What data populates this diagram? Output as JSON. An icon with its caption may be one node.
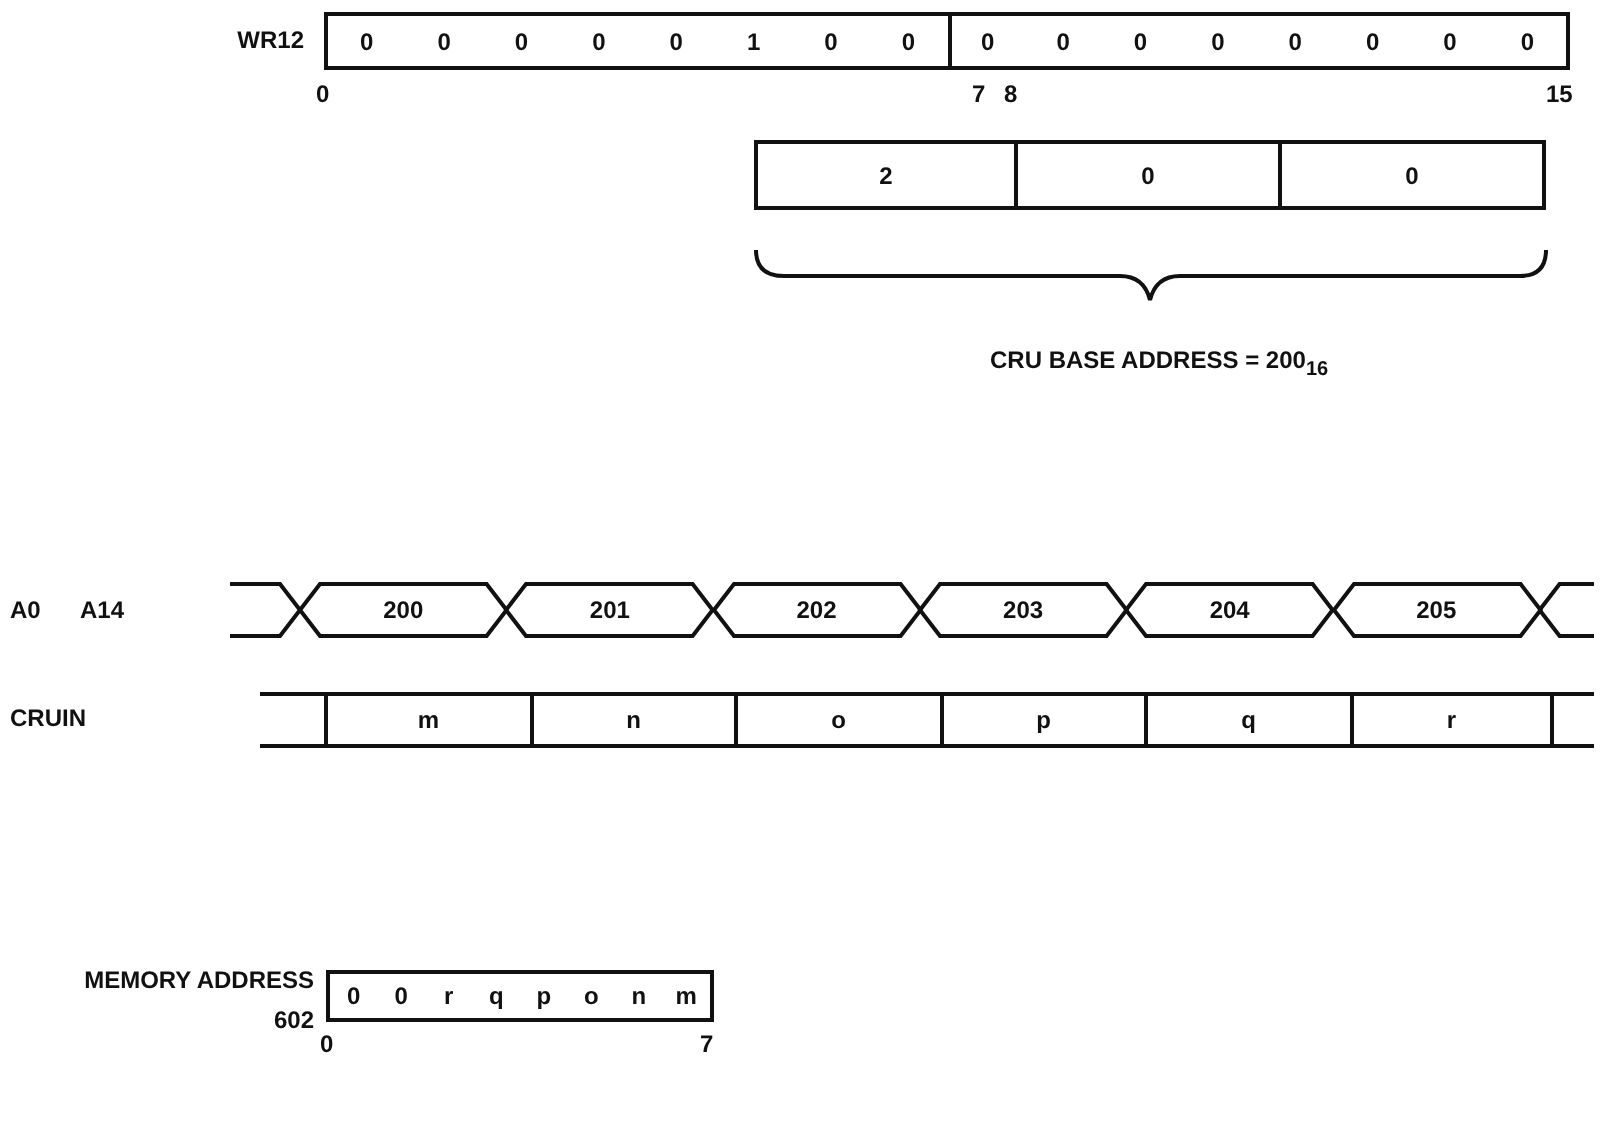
{
  "diagram": {
    "nodes": [
      {
        "text": [
          "0",
          "0",
          "0",
          "0",
          "0",
          "1",
          "0",
          "0",
          "0",
          "0",
          "0",
          "0",
          "0",
          "0",
          "0",
          "0"
        ],
        "beside": [
          "WR12"
        ]
      },
      {
        "text": [
          "2"
        ]
      },
      {
        "text": [
          "0"
        ]
      },
      {
        "text": [
          "0"
        ]
      },
      {
        "text": [
          "200"
        ]
      },
      {
        "text": [
          "201"
        ]
      },
      {
        "text": [
          "202"
        ]
      },
      {
        "text": [
          "203"
        ]
      },
      {
        "text": [
          "204"
        ]
      },
      {
        "text": [
          "205"
        ]
      },
      {
        "text": [
          "m"
        ]
      },
      {
        "text": [
          "n"
        ]
      },
      {
        "text": [
          "o"
        ]
      },
      {
        "text": [
          "p"
        ]
      },
      {
        "text": [
          "q"
        ]
      },
      {
        "text": [
          "r"
        ]
      },
      {
        "text": [
          "0",
          "0",
          "r",
          "q",
          "p",
          "o",
          "n",
          "m"
        ],
        "beside": [
          "MEMORY ADDRESS 602"
        ]
      }
    ],
    "labels": [
      "0",
      "7",
      "8",
      "15",
      "CRU BASE ADDRESS = 200$_{16}$",
      "A0",
      "A14",
      "CRUIN",
      "0",
      "7"
    ]
  }
}
